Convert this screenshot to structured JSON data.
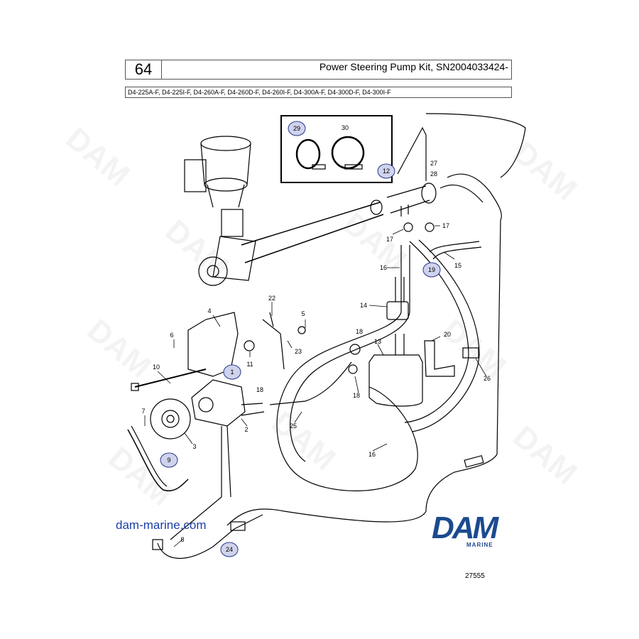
{
  "header": {
    "page_number": "64",
    "title": "Power Steering Pump Kit, SN2004033424-",
    "models": "D4-225A-F, D4-225I-F, D4-260A-F, D4-260D-F, D4-260I-F, D4-300A-F, D4-300D-F, D4-300I-F"
  },
  "watermark": "DAM",
  "callouts": {
    "plain": [
      "2",
      "3",
      "4",
      "5",
      "6",
      "7",
      "8",
      "10",
      "11",
      "13",
      "14",
      "15",
      "16",
      "16",
      "17",
      "17",
      "18",
      "18",
      "18",
      "20",
      "22",
      "23",
      "25",
      "26",
      "27",
      "28",
      "30"
    ],
    "circled": [
      "1",
      "9",
      "12",
      "19",
      "24",
      "29"
    ]
  },
  "footer": {
    "url": "dam-marine.com",
    "logo": "DAM",
    "logo_sub": "MARINE",
    "reference": "27555"
  },
  "colors": {
    "circle_fill": "#cfd3ec",
    "circle_stroke": "#2b3a8c",
    "brand_blue": "#1c4a8f"
  }
}
